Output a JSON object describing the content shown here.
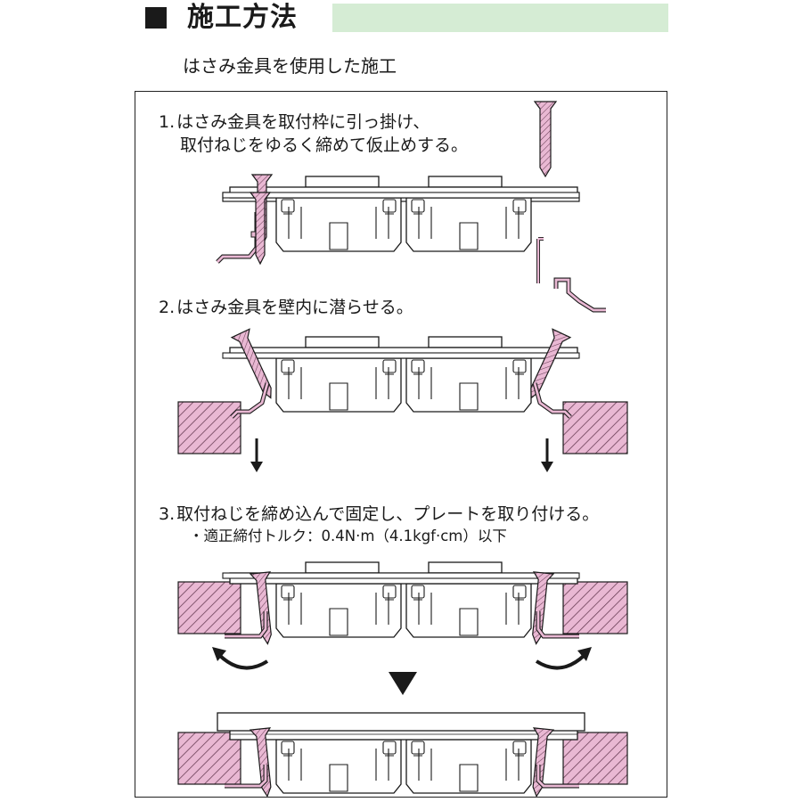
{
  "header": {
    "title": "施工方法"
  },
  "subtitle": "はさみ金具を使用した施工",
  "steps": [
    {
      "number": "1.",
      "line1": "はさみ金具を取付枠に引っ掛け、",
      "line2": "取付ねじをゆるく締めて仮止めする。"
    },
    {
      "number": "2.",
      "line1": "はさみ金具を壁内に潜らせる。",
      "line2": ""
    },
    {
      "number": "3.",
      "line1": "取付ねじを締め込んで固定し、プレートを取り付ける。",
      "line2": ""
    }
  ],
  "torque_note": "・適正締付トルク：0.4N·m（4.1kgf·cm）以下",
  "colors": {
    "accent_bar": "#d5ecd4",
    "metal_pink": "#e9b8d3",
    "wall_pink": "#e9b8d3",
    "line": "#1a1a1a"
  },
  "icons": [
    "down-arrow-icon",
    "curved-arrow-left-icon",
    "curved-arrow-right-icon",
    "triangle-down-icon"
  ]
}
